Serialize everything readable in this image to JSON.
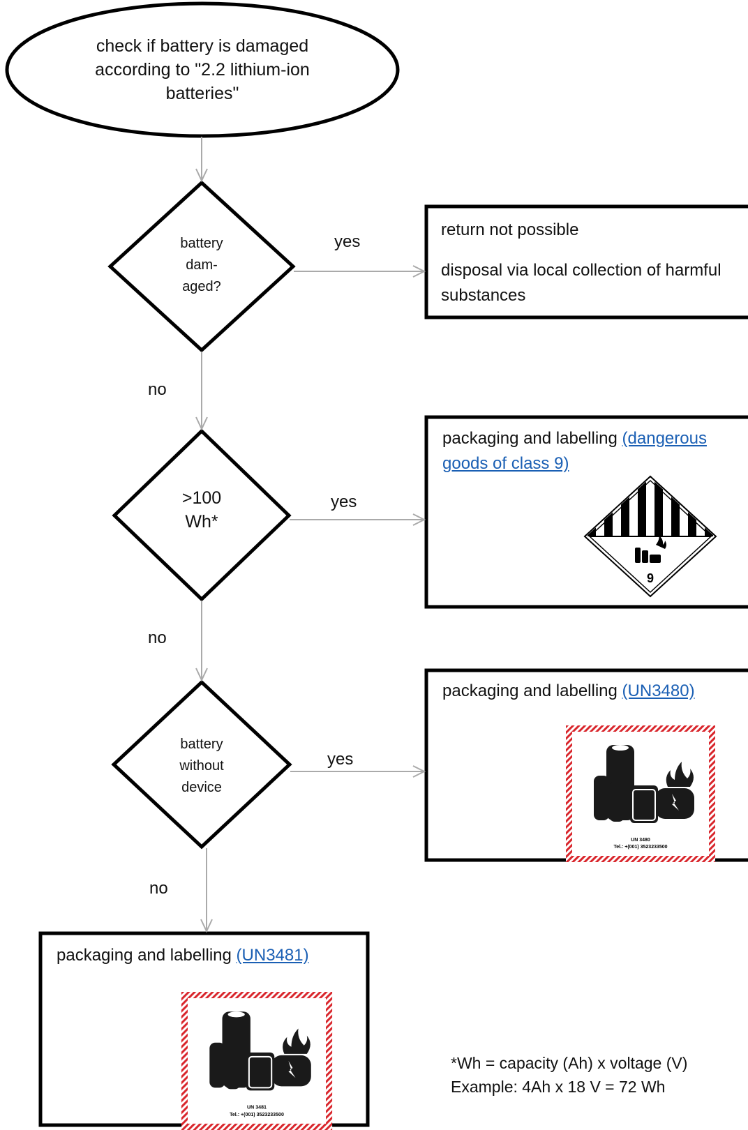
{
  "start": {
    "text": "check if battery is damaged according to \"2.2 lithium-ion batteries\""
  },
  "decisions": [
    {
      "id": "damaged",
      "lines": [
        "battery",
        "dam-",
        "aged?"
      ]
    },
    {
      "id": "over100",
      "lines": [
        ">100",
        "Wh*"
      ]
    },
    {
      "id": "without_device",
      "lines": [
        "battery",
        "without",
        "device"
      ]
    }
  ],
  "edges": {
    "yes_label": "yes",
    "no_label": "no"
  },
  "outcomes": {
    "not_possible": {
      "line1": "return not possible",
      "line2": "disposal via local collection of harmful substances"
    },
    "class9": {
      "prefix": "packaging and labelling ",
      "link": "(dangerous goods of class 9)",
      "label_number": "9"
    },
    "un3480": {
      "prefix": "packaging and labelling ",
      "link": "(UN3480)",
      "label_code": "UN 3480",
      "label_tel": "Tel.: +(001) 3523233500"
    },
    "un3481": {
      "prefix": "packaging and labelling ",
      "link": "(UN3481)",
      "label_code": "UN 3481",
      "label_tel": "Tel.: +(001) 3523233500"
    }
  },
  "footnote": {
    "line1": "*Wh = capacity (Ah) x voltage (V)",
    "line2": "Example: 4Ah x 18 V = 72 Wh"
  },
  "colors": {
    "outline": "#000000",
    "connector": "#aaaaaa",
    "link": "#1a5fb4",
    "hazard_red": "#d9262c"
  }
}
